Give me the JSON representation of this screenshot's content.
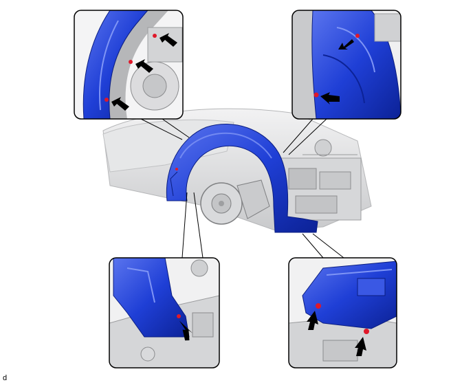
{
  "figure": {
    "caption": "d",
    "colors": {
      "liner_blue": "#1f3fd6",
      "liner_highlight": "#6d86f2",
      "liner_dark": "#0c2296",
      "fastener_red": "#e0182a",
      "arrow_black": "#000000",
      "engine_gray": "#cfd0d2",
      "frame_border": "#000000"
    },
    "callouts": [
      {
        "name": "upper-left-inset",
        "fastener_count": 3,
        "icons": [
          "arrow-icon",
          "clip-icon"
        ]
      },
      {
        "name": "upper-right-inset",
        "fastener_count": 2,
        "icons": [
          "arrow-icon",
          "clip-icon"
        ]
      },
      {
        "name": "lower-left-inset",
        "fastener_count": 1,
        "icons": [
          "arrow-icon",
          "clip-icon"
        ]
      },
      {
        "name": "lower-right-inset",
        "fastener_count": 2,
        "icons": [
          "arrow-icon",
          "clip-icon"
        ]
      }
    ]
  }
}
